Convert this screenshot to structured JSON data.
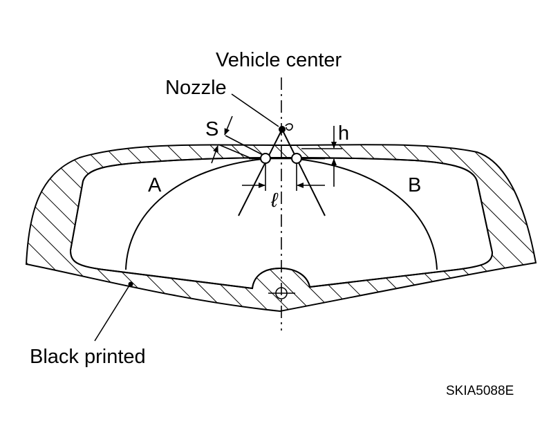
{
  "labels": {
    "vehicle_center": "Vehicle center",
    "nozzle": "Nozzle",
    "s": "S",
    "h": "h",
    "l": "ℓ",
    "a": "A",
    "b": "B",
    "black_printed": "Black printed",
    "figure_code": "SKIA5088E"
  }
}
